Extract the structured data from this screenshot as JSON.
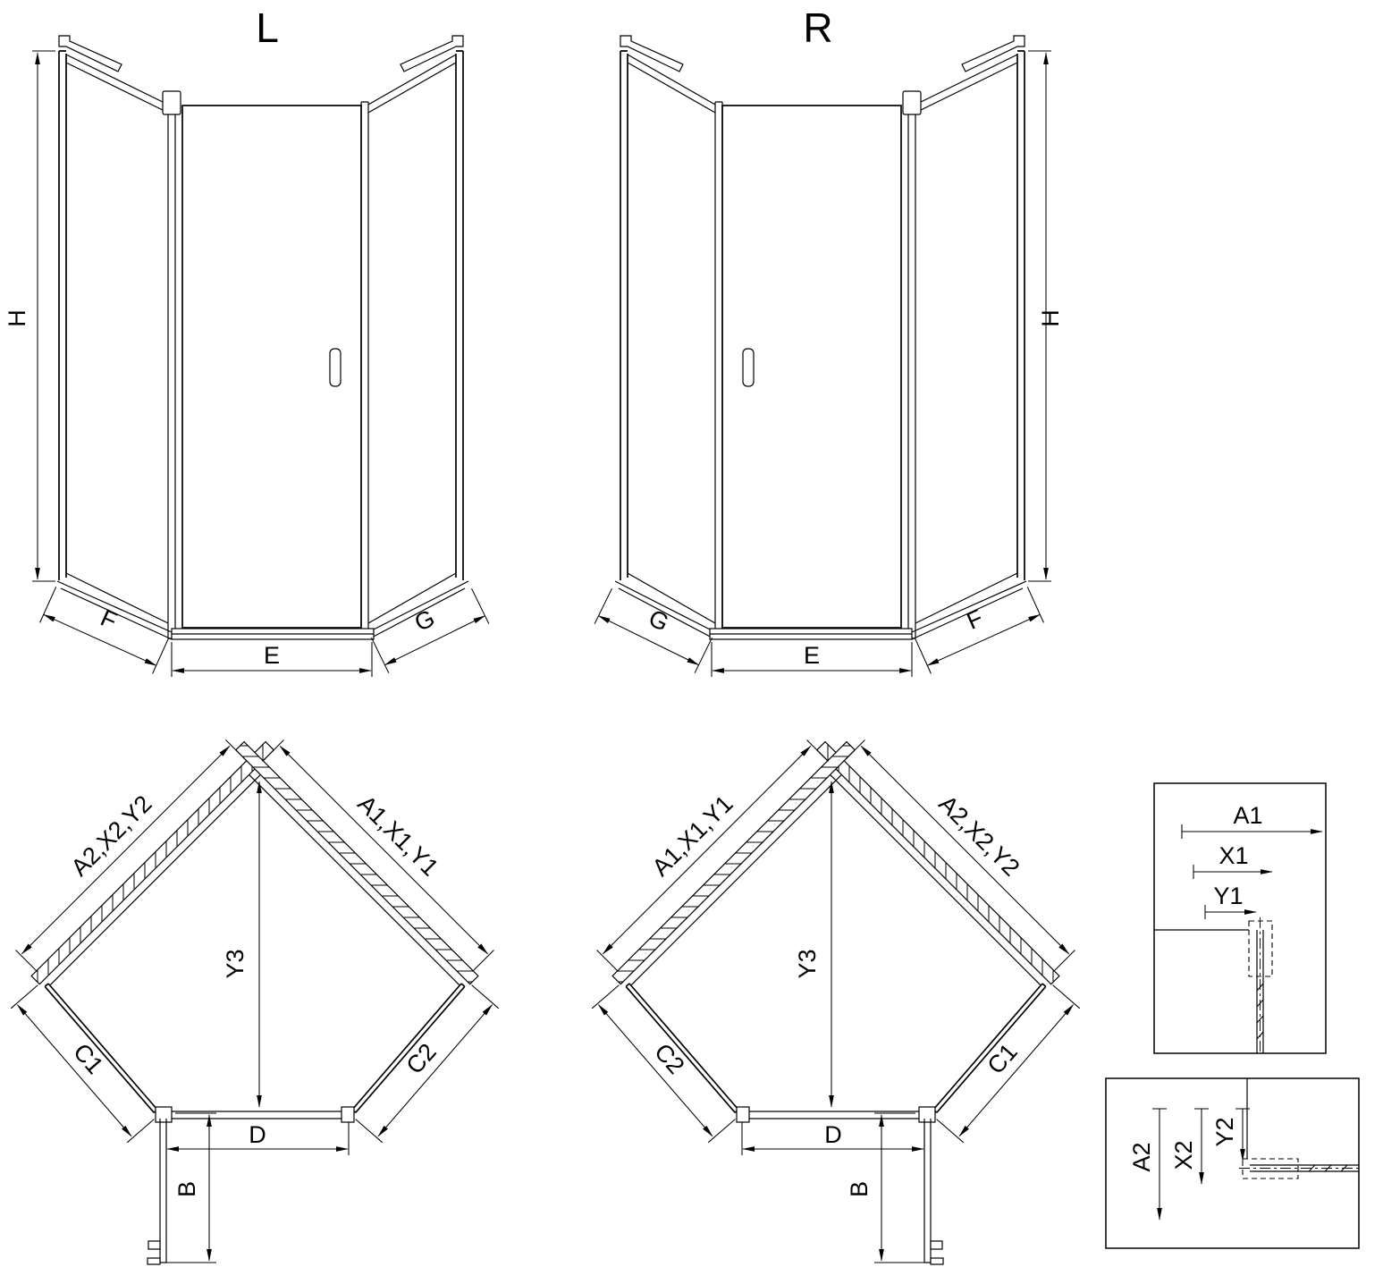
{
  "drawing": {
    "elevation_left": {
      "title": "L",
      "dim_height": "H",
      "dim_bottom_left": "F",
      "dim_bottom_center": "E",
      "dim_bottom_right": "G"
    },
    "elevation_right": {
      "title": "R",
      "dim_height": "H",
      "dim_bottom_left": "G",
      "dim_bottom_center": "E",
      "dim_bottom_right": "F"
    },
    "plan_left": {
      "dim_wall_upper_left": "A2,X2,Y2",
      "dim_wall_upper_right": "A1,X1,Y1",
      "dim_depth": "Y3",
      "dim_side_lower_left": "C1",
      "dim_side_lower_right": "C2",
      "dim_door_width": "D",
      "dim_door_open": "B"
    },
    "plan_right": {
      "dim_wall_upper_left": "A1,X1,Y1",
      "dim_wall_upper_right": "A2,X2,Y2",
      "dim_depth": "Y3",
      "dim_side_lower_left": "C2",
      "dim_side_lower_right": "C1",
      "dim_door_width": "D",
      "dim_door_open": "B"
    },
    "detail_top": {
      "dim_a": "A1",
      "dim_x": "X1",
      "dim_y": "Y1"
    },
    "detail_bottom": {
      "dim_a": "A2",
      "dim_x": "X2",
      "dim_y": "Y2"
    },
    "colors": {
      "line": "#000000",
      "background": "#ffffff"
    }
  }
}
